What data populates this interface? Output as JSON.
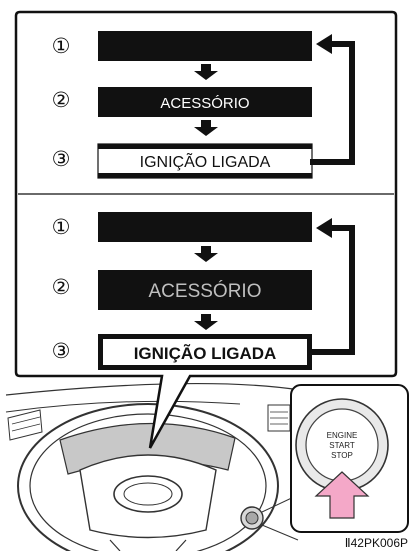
{
  "section_top": {
    "steps": [
      {
        "number": "①",
        "label": ""
      },
      {
        "number": "②",
        "label": "ACESSÓRIO"
      },
      {
        "number": "③",
        "label": "IGNIÇÃO LIGADA"
      }
    ]
  },
  "section_bottom": {
    "steps": [
      {
        "number": "①",
        "label": ""
      },
      {
        "number": "②",
        "label": "ACESSÓRIO"
      },
      {
        "number": "③",
        "label": "IGNIÇÃO LIGADA"
      }
    ]
  },
  "button": {
    "line1": "ENGINE",
    "line2": "START",
    "line3": "STOP"
  },
  "reference_code": "Ⅱ42PK006P",
  "colors": {
    "bar_dark": "#111111",
    "arrow_pink": "#f4a8c8",
    "dashboard_gray": "#c8c8c8"
  }
}
